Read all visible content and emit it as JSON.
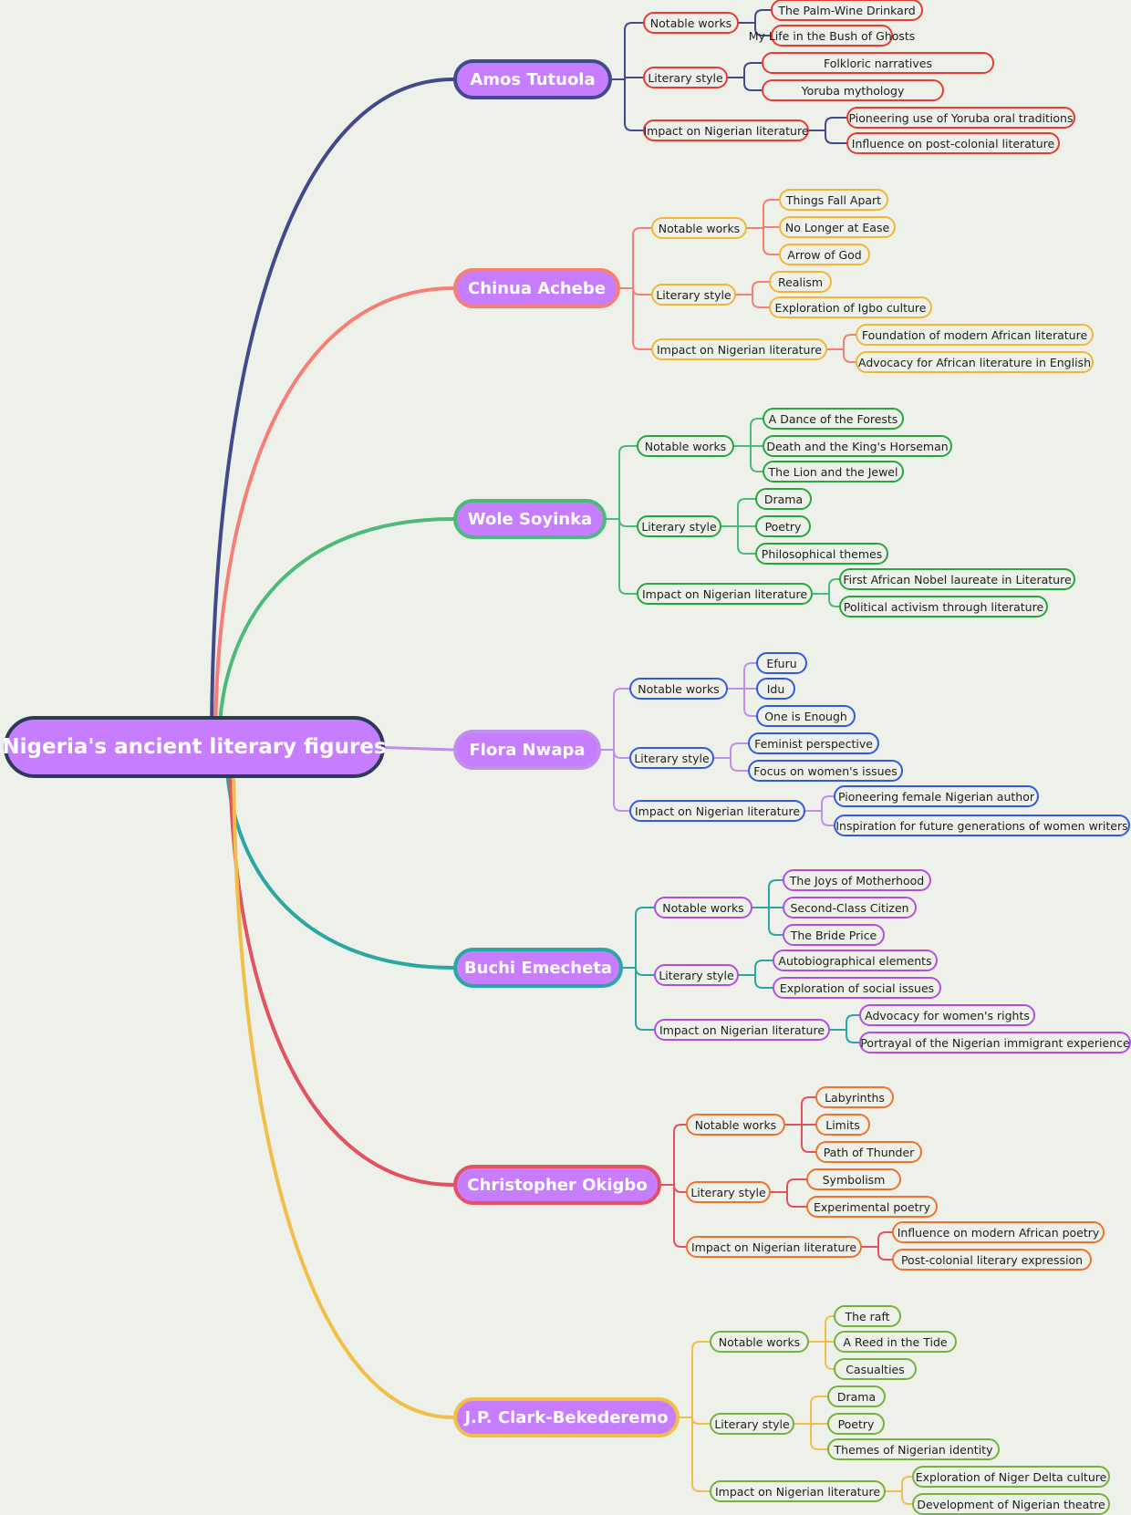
{
  "root": {
    "label": "Nigeria's ancient literary figures"
  },
  "authors": [
    {
      "name": "Amos Tutuola",
      "branch_color": "#414a8b",
      "node_color": "#ea3a2f",
      "categories": [
        {
          "label": "Notable works",
          "items": [
            "The Palm-Wine Drinkard",
            "My Life in the Bush of Ghosts"
          ]
        },
        {
          "label": "Literary style",
          "items": [
            "Folkloric narratives",
            "Yoruba mythology"
          ]
        },
        {
          "label": "Impact on Nigerian literature",
          "items": [
            "Pioneering use of Yoruba oral traditions",
            "Influence on post-colonial literature"
          ]
        }
      ]
    },
    {
      "name": "Chinua Achebe",
      "branch_color": "#f77e76",
      "node_color": "#f4b632",
      "categories": [
        {
          "label": "Notable works",
          "items": [
            "Things Fall Apart",
            "No Longer at Ease",
            "Arrow of God"
          ]
        },
        {
          "label": "Literary style",
          "items": [
            "Realism",
            "Exploration of Igbo culture"
          ]
        },
        {
          "label": "Impact on Nigerian literature",
          "items": [
            "Foundation of modern African literature",
            "Advocacy for African literature in English"
          ]
        }
      ]
    },
    {
      "name": "Wole Soyinka",
      "branch_color": "#4bba7a",
      "node_color": "#27a83e",
      "categories": [
        {
          "label": "Notable works",
          "items": [
            "A Dance of the Forests",
            "Death and the King's Horseman",
            "The Lion and the Jewel"
          ]
        },
        {
          "label": "Literary style",
          "items": [
            "Drama",
            "Poetry",
            "Philosophical themes"
          ]
        },
        {
          "label": "Impact on Nigerian literature",
          "items": [
            "First African Nobel laureate in Literature",
            "Political activism through literature"
          ]
        }
      ]
    },
    {
      "name": "Flora Nwapa",
      "branch_color": "#bf8fea",
      "node_color": "#2f5ae4",
      "categories": [
        {
          "label": "Notable works",
          "items": [
            "Efuru",
            "Idu",
            "One is Enough"
          ]
        },
        {
          "label": "Literary style",
          "items": [
            "Feminist perspective",
            "Focus on women's issues"
          ]
        },
        {
          "label": "Impact on Nigerian literature",
          "items": [
            "Pioneering female Nigerian author",
            "Inspiration for future generations of women writers"
          ]
        }
      ]
    },
    {
      "name": "Buchi Emecheta",
      "branch_color": "#2aa6a3",
      "node_color": "#b44de4",
      "categories": [
        {
          "label": "Notable works",
          "items": [
            "The Joys of Motherhood",
            "Second-Class Citizen",
            "The Bride Price"
          ]
        },
        {
          "label": "Literary style",
          "items": [
            "Autobiographical elements",
            "Exploration of social issues"
          ]
        },
        {
          "label": "Impact on Nigerian literature",
          "items": [
            "Advocacy for women's rights",
            "Portrayal of the Nigerian immigrant experience"
          ]
        }
      ]
    },
    {
      "name": "Christopher Okigbo",
      "branch_color": "#e25260",
      "node_color": "#f2712b",
      "categories": [
        {
          "label": "Notable works",
          "items": [
            "Labyrinths",
            "Limits",
            "Path of Thunder"
          ]
        },
        {
          "label": "Literary style",
          "items": [
            "Symbolism",
            "Experimental poetry"
          ]
        },
        {
          "label": "Impact on Nigerian literature",
          "items": [
            "Influence on modern African poetry",
            "Post-colonial literary expression"
          ]
        }
      ]
    },
    {
      "name": "J.P. Clark-Bekederemo",
      "branch_color": "#f1bf48",
      "node_color": "#74b23b",
      "categories": [
        {
          "label": "Notable works",
          "items": [
            "The raft",
            "A Reed in the Tide",
            "Casualties"
          ]
        },
        {
          "label": "Literary style",
          "items": [
            "Drama",
            "Poetry",
            "Themes of Nigerian identity"
          ]
        },
        {
          "label": "Impact on Nigerian literature",
          "items": [
            "Exploration of Niger Delta culture",
            "Development of Nigerian theatre"
          ]
        }
      ]
    }
  ]
}
